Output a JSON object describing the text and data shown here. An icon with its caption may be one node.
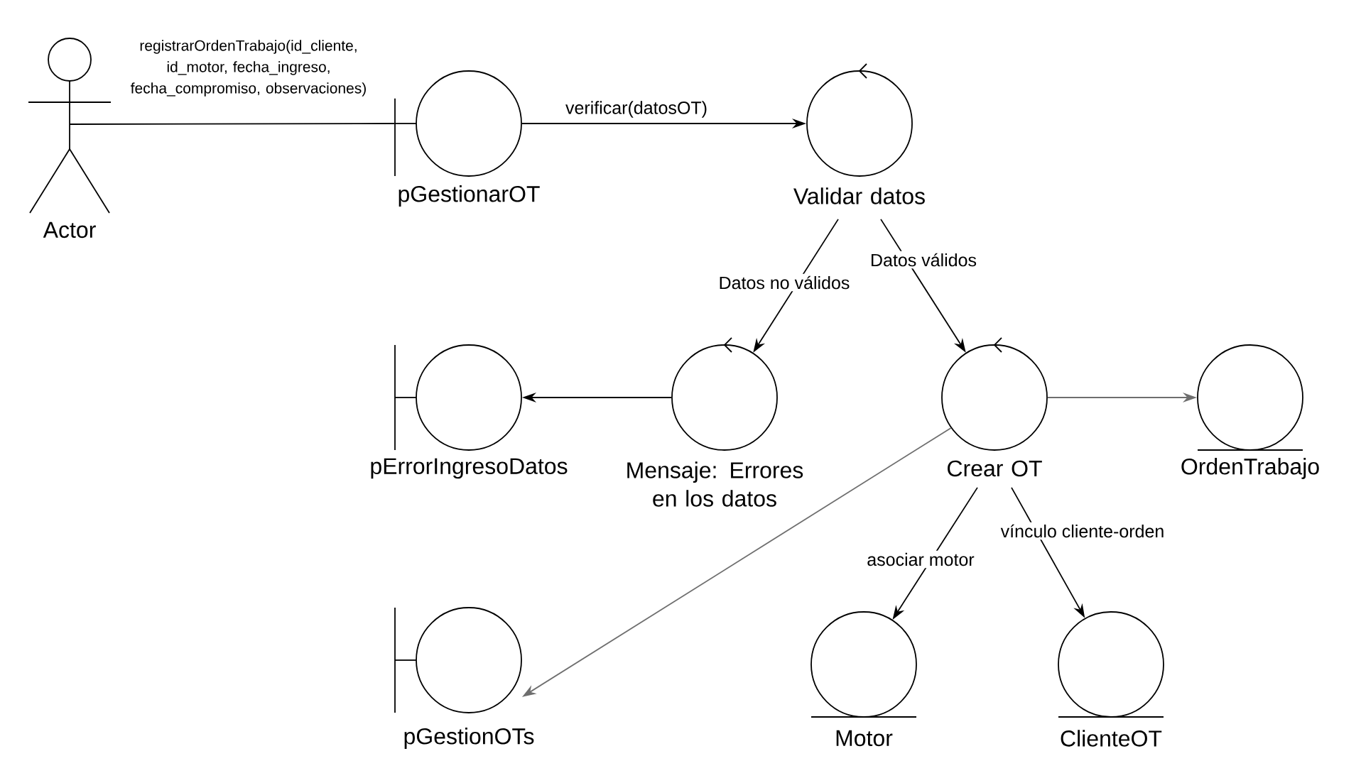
{
  "diagram": {
    "nodes": [
      {
        "text": [
          "Actor"
        ]
      },
      {
        "text": [
          "pGestionarOT"
        ]
      },
      {
        "text": [
          "Validar datos"
        ]
      },
      {
        "text": [
          "pErrorIngresoDatos"
        ]
      },
      {
        "text": [
          "Mensaje: Errores en los datos"
        ]
      },
      {
        "text": [
          "Crear OT"
        ]
      },
      {
        "text": [
          "OrdenTrabajo"
        ]
      },
      {
        "text": [
          "pGestionOTs"
        ]
      },
      {
        "text": [
          "Motor"
        ]
      },
      {
        "text": [
          "ClienteOT"
        ]
      }
    ],
    "edges": [
      {
        "from": 0,
        "to": 1,
        "arrow": "none",
        "label": "registrarOrdenTrabajo(id_cliente, id_motor, fecha_ingreso, fecha_compromiso, observaciones)"
      },
      {
        "from": 1,
        "to": 2,
        "arrow": "to",
        "label": "verificar(datosOT)"
      },
      {
        "from": 2,
        "to": 4,
        "arrow": "to",
        "label": "Datos no válidos"
      },
      {
        "from": 2,
        "to": 5,
        "arrow": "to",
        "label": "Datos válidos"
      },
      {
        "from": 4,
        "to": 3,
        "arrow": "to"
      },
      {
        "from": 5,
        "to": 6,
        "arrow": "to",
        "color": "#6e6e6e"
      },
      {
        "from": 5,
        "to": 7,
        "arrow": "to",
        "color": "#6e6e6e"
      },
      {
        "from": 5,
        "to": 8,
        "arrow": "to",
        "label": "asociar motor"
      },
      {
        "from": 5,
        "to": 9,
        "arrow": "to",
        "label": "vínculo cliente-orden"
      }
    ]
  }
}
